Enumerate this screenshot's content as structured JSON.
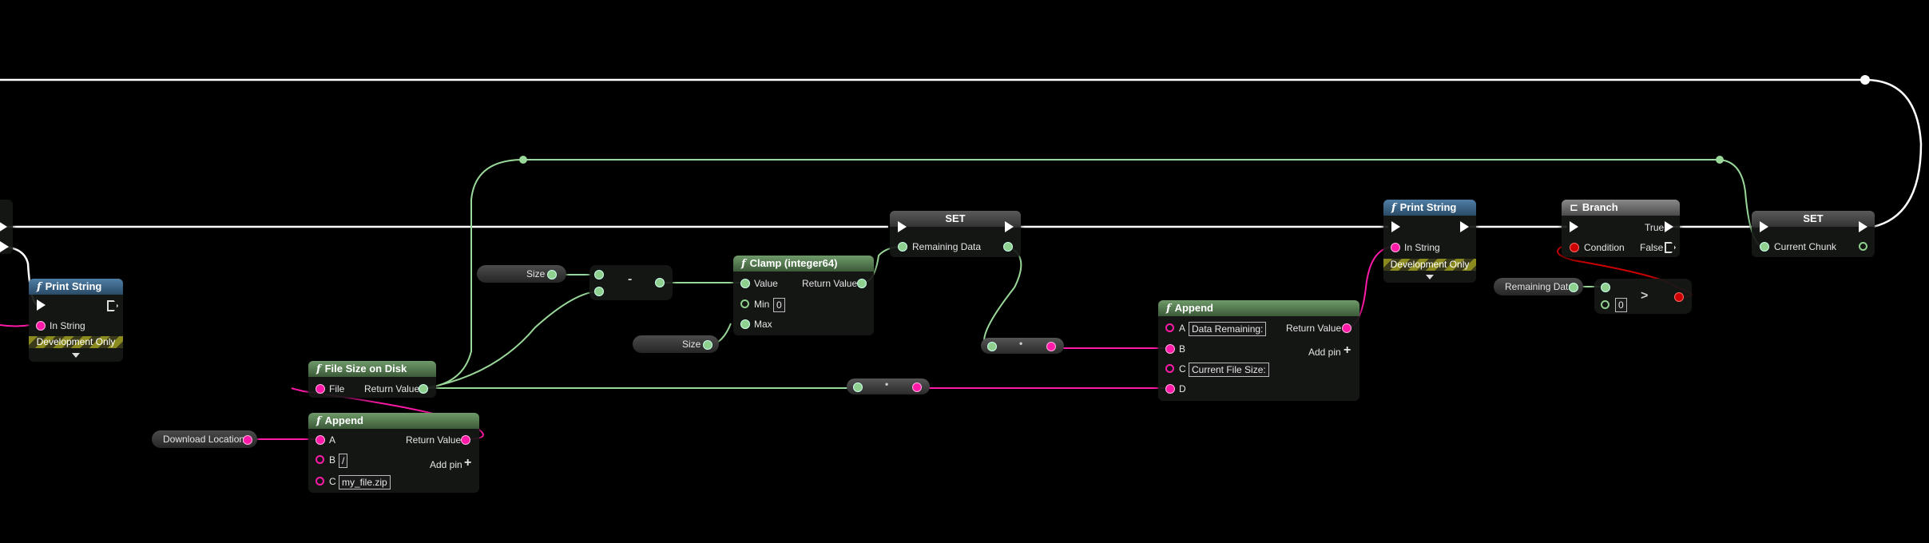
{
  "nodes": {
    "print_string_left": {
      "title": "Print String",
      "pin_in": "In String",
      "dev": "Development Only"
    },
    "file_size": {
      "title": "File Size on Disk",
      "pin_file": "File",
      "pin_ret": "Return Value"
    },
    "append_path": {
      "title": "Append",
      "pin_a": "A",
      "pin_b": "B",
      "val_b": "/",
      "pin_c": "C",
      "val_c": "my_file.zip",
      "pin_ret": "Return Value",
      "add_pin": "Add pin"
    },
    "download_location": {
      "label": "Download Location"
    },
    "size_var_1": {
      "label": "Size"
    },
    "size_var_2": {
      "label": "Size"
    },
    "subtract_op": {
      "symbol": "-"
    },
    "clamp": {
      "title": "Clamp (integer64)",
      "pin_value": "Value",
      "pin_min": "Min",
      "val_min": "0",
      "pin_max": "Max",
      "pin_ret": "Return Value"
    },
    "set_remaining": {
      "title": "SET",
      "pin": "Remaining Data"
    },
    "append_msg": {
      "title": "Append",
      "pin_a": "A",
      "val_a": "Data Remaining:",
      "pin_b": "B",
      "pin_c": "C",
      "val_c": "Current File Size:",
      "pin_d": "D",
      "pin_ret": "Return Value",
      "add_pin": "Add pin"
    },
    "print_string_right": {
      "title": "Print String",
      "pin_in": "In String",
      "dev": "Development Only"
    },
    "branch": {
      "title": "Branch",
      "pin_cond": "Condition",
      "pin_true": "True",
      "pin_false": "False"
    },
    "remaining_var": {
      "label": "Remaining Data"
    },
    "greater_op": {
      "symbol": ">",
      "val": "0"
    },
    "set_chunk": {
      "title": "SET",
      "pin": "Current Chunk"
    },
    "convert_1": {
      "symbol": "•"
    },
    "convert_2": {
      "symbol": "•"
    }
  },
  "colors": {
    "exec": "#ffffff",
    "int64": "#8fd08f",
    "string": "#ff1aa8",
    "bool": "#cc0000",
    "function_header": "#5e8a59",
    "print_header": "#3d6a8f",
    "branch_header": "#6e6e6e"
  }
}
